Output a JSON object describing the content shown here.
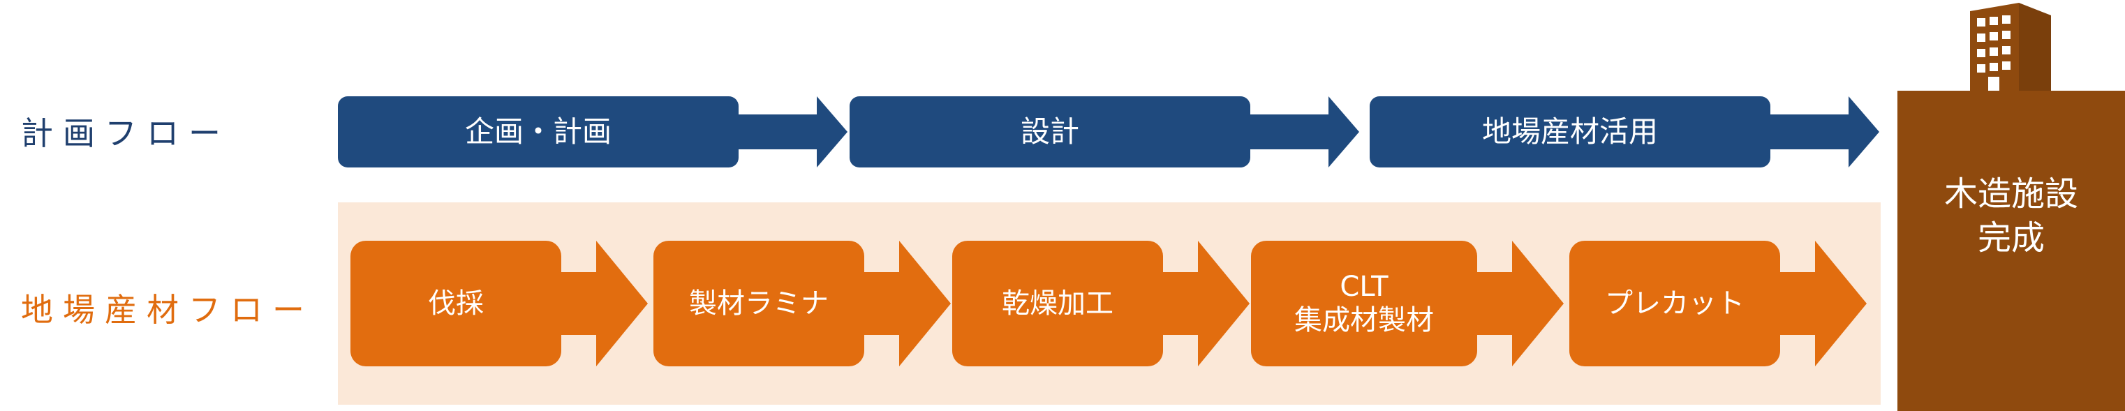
{
  "rows": {
    "plan_label": "計画フロー",
    "local_label": "地場産材フロー"
  },
  "plan_flow": [
    {
      "label": "企画・計画"
    },
    {
      "label": "設計"
    },
    {
      "label": "地場産材活用"
    }
  ],
  "local_flow": [
    {
      "line1": "伐採",
      "line2": ""
    },
    {
      "line1": "製材ラミナ",
      "line2": ""
    },
    {
      "line1": "乾燥加工",
      "line2": ""
    },
    {
      "line1": "CLT",
      "line2": "集成材製材"
    },
    {
      "line1": "プレカット",
      "line2": ""
    }
  ],
  "result": {
    "line1": "木造施設",
    "line2": "完成",
    "icon": "office-building-icon"
  },
  "colors": {
    "plan": "#1f4a7e",
    "plan_text": "#1f3f6e",
    "local": "#e26d0f",
    "local_text": "#e06c0e",
    "band": "#fbe8d8",
    "building": "#8f4a0e"
  }
}
